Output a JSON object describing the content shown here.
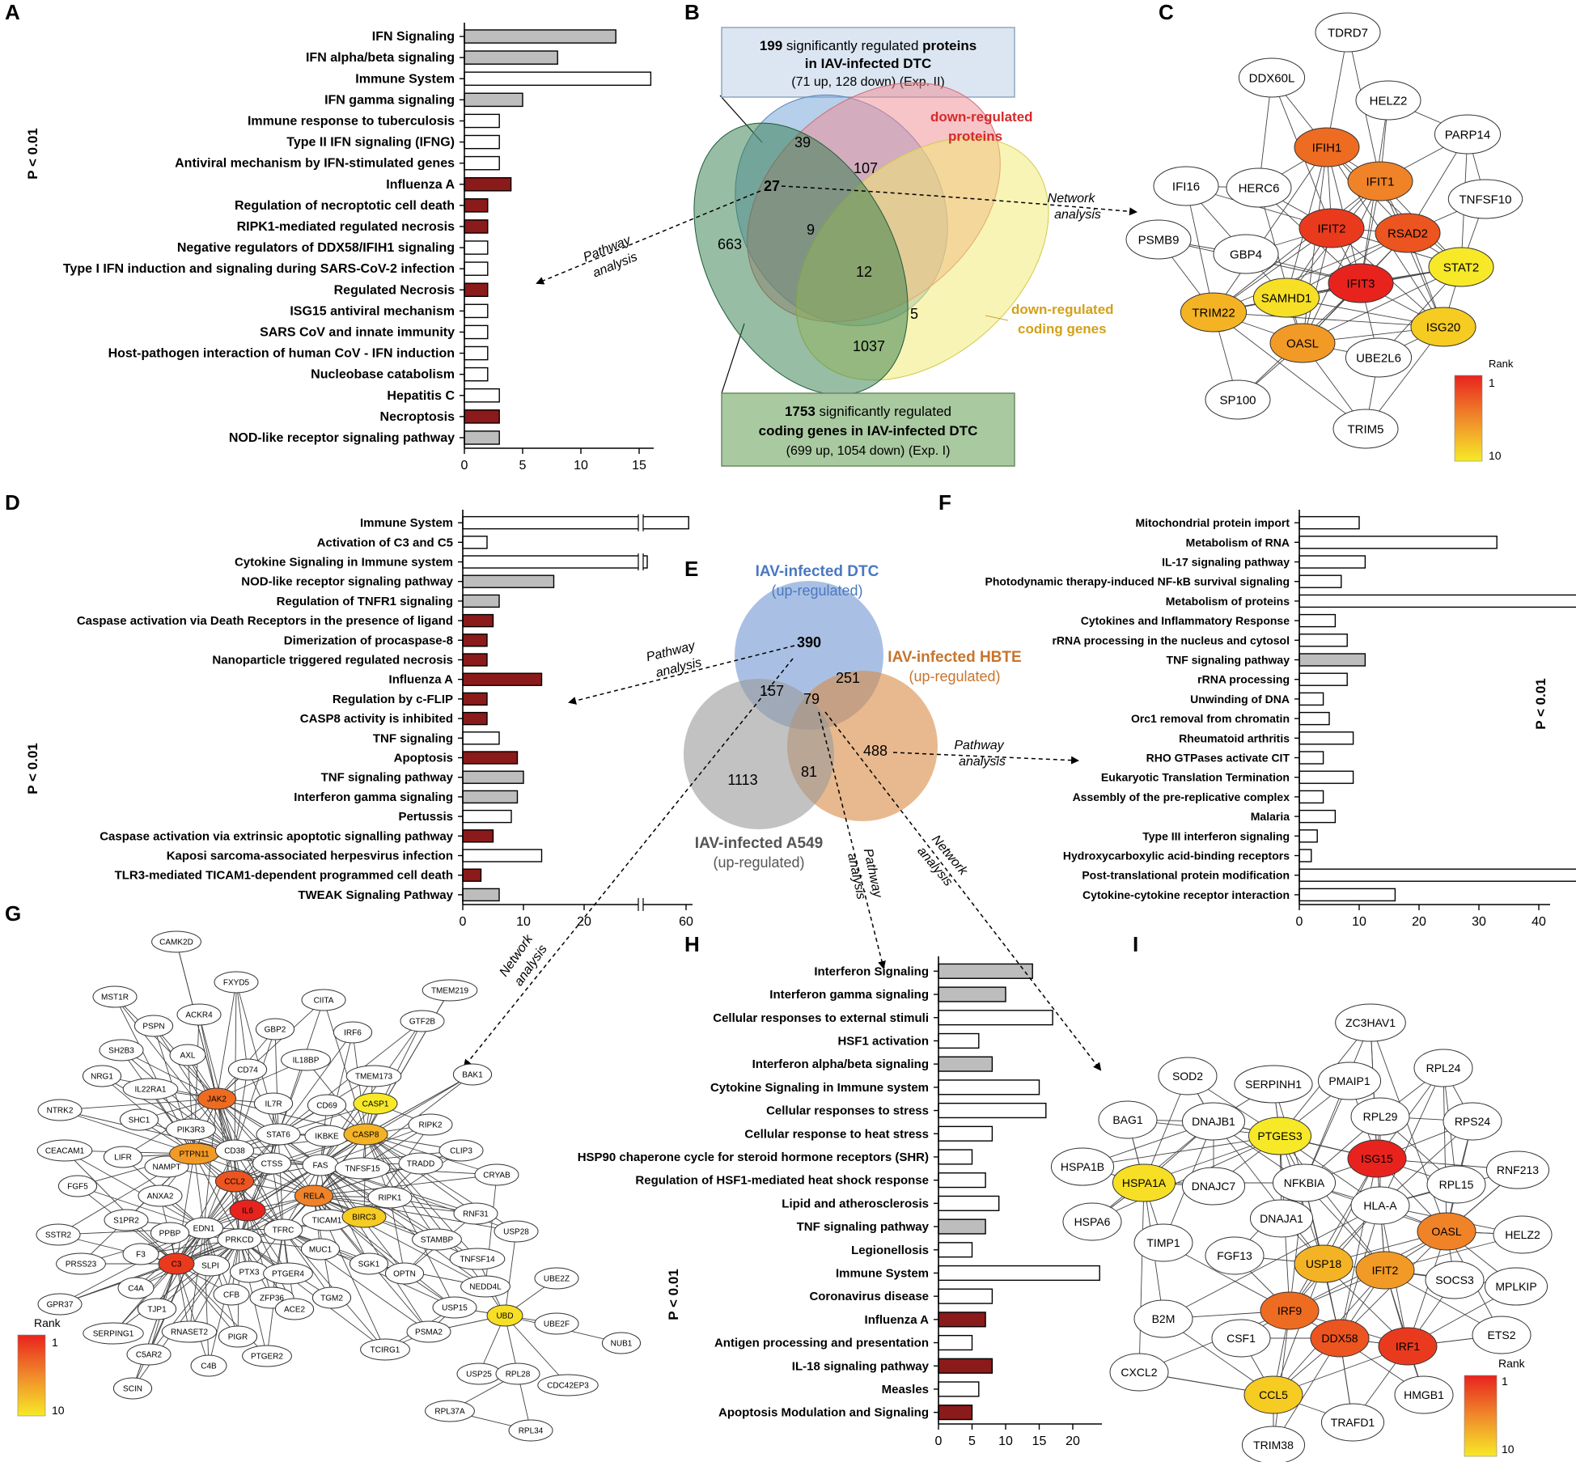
{
  "colors": {
    "bar_white": "#ffffff",
    "bar_gray": "#bdbdbd",
    "bar_red": "#8b1a1a",
    "blue_circle": "#6f96d2",
    "orange_circle": "#d98a44",
    "gray_circle": "#9a9a9a",
    "venn_blue": "#7aa7d8",
    "venn_pink": "#f08a92",
    "venn_yellow": "#f2ea6b",
    "venn_green": "#2f7c4a",
    "box_blue": "#dce6f2",
    "box_green": "#a9c9a0",
    "rank_top": "#e8231e",
    "rank_bottom": "#f7e928"
  },
  "panels": {
    "A": {
      "letter": "A",
      "sig_label": "P < 0.01",
      "chart_data": {
        "type": "bar",
        "orientation": "horizontal",
        "categories": [
          "IFN Signaling",
          "IFN alpha/beta signaling",
          "Immune System",
          "IFN gamma signaling",
          "Immune response to tuberculosis",
          "Type II IFN signaling (IFNG)",
          "Antiviral mechanism by IFN-stimulated genes",
          "Influenza A",
          "Regulation of necroptotic cell death",
          "RIPK1-mediated regulated necrosis",
          "Negative regulators of DDX58/IFIH1 signaling",
          "Type I IFN induction and signaling during SARS-CoV-2 infection",
          "Regulated Necrosis",
          "ISG15 antiviral mechanism",
          "SARS CoV and innate immunity",
          "Host-pathogen interaction of human CoV - IFN induction",
          "Nucleobase catabolism",
          "Hepatitis C",
          "Necroptosis",
          "NOD-like receptor signaling pathway"
        ],
        "values": [
          13,
          8,
          16,
          5,
          3,
          3,
          3,
          4,
          2,
          2,
          2,
          2,
          2,
          2,
          2,
          2,
          2,
          3,
          3,
          3
        ],
        "colors": [
          "gray",
          "gray",
          "white",
          "gray",
          "white",
          "white",
          "white",
          "red",
          "red",
          "red",
          "white",
          "white",
          "red",
          "white",
          "white",
          "white",
          "white",
          "white",
          "red",
          "gray"
        ],
        "xticks": [
          "0",
          "5",
          "10",
          "15"
        ],
        "xlim": [
          0,
          16
        ]
      }
    },
    "B": {
      "letter": "B",
      "top_box": {
        "num": "199",
        "t1": " significantly regulated ",
        "t2": "proteins",
        "t3": "in IAV-infected DTC",
        "t4": "(71 up, 128 down) (Exp. II)"
      },
      "bottom_box": {
        "num": "1753",
        "t1": " significantly regulated",
        "t2": "coding genes in IAV-infected DTC",
        "t3": "(699 up, 1054 down) (Exp. I)"
      },
      "labels": {
        "down_proteins_1": "down-regulated",
        "down_proteins_2": "proteins",
        "down_genes_1": "down-regulated",
        "down_genes_2": "coding genes"
      },
      "counts": [
        "39",
        "107",
        "27",
        "663",
        "9",
        "12",
        "5",
        "1037"
      ],
      "pathway": [
        "Pathway",
        "analysis"
      ],
      "network": [
        "Network",
        "analysis"
      ]
    },
    "C": {
      "letter": "C",
      "nodes": [
        "TDRD7",
        "DDX60L",
        "HELZ2",
        "PARP14",
        "IFIH1",
        "IFIT1",
        "TNFSF10",
        "IFI16",
        "HERC6",
        "PSMB9",
        "GBP4",
        "IFIT2",
        "RSAD2",
        "SAMHD1",
        "IFIT3",
        "STAT2",
        "TRIM22",
        "OASL",
        "UBE2L6",
        "ISG20",
        "SP100",
        "TRIM5"
      ],
      "rank_label": "Rank",
      "rank_top": "1",
      "rank_bottom": "10"
    },
    "D": {
      "letter": "D",
      "sig_label": "P < 0.01",
      "chart_data": {
        "type": "bar",
        "orientation": "horizontal",
        "categories": [
          "Immune System",
          "Activation of C3 and C5",
          "Cytokine Signaling in Immune system",
          "NOD-like receptor signaling pathway",
          "Regulation of TNFR1 signaling",
          "Caspase activation via Death Receptors in the presence of ligand",
          "Dimerization of procaspase-8",
          "Nanoparticle triggered regulated necrosis",
          "Influenza A",
          "Regulation by c-FLIP",
          "CASP8 activity is inhibited",
          "TNF signaling",
          "Apoptosis",
          "TNF signaling pathway",
          "Interferon gamma signaling",
          "Pertussis",
          "Caspase activation via extrinsic apoptotic signalling pathway",
          "Kaposi sarcoma-associated herpesvirus infection",
          "TLR3-mediated TICAM1-dependent programmed cell death",
          "TWEAK Signaling Pathway"
        ],
        "values": [
          62,
          4,
          30,
          15,
          6,
          5,
          4,
          4,
          13,
          4,
          4,
          6,
          9,
          10,
          9,
          8,
          5,
          13,
          3,
          6
        ],
        "colors": [
          "white",
          "white",
          "white",
          "gray",
          "gray",
          "red",
          "red",
          "red",
          "red",
          "red",
          "red",
          "white",
          "red",
          "gray",
          "gray",
          "white",
          "red",
          "white",
          "red",
          "gray"
        ],
        "xticks": [
          "0",
          "10",
          "20",
          "60"
        ],
        "xlim": [
          0,
          62
        ],
        "axis_break": true
      }
    },
    "E": {
      "letter": "E",
      "dtc": [
        "IAV-infected DTC",
        "(up-regulated)"
      ],
      "hbte": [
        "IAV-infected HBTE",
        "(up-regulated)"
      ],
      "a549": [
        "IAV-infected A549",
        "(up-regulated)"
      ],
      "counts": [
        "390",
        "251",
        "157",
        "79",
        "488",
        "1113",
        "81"
      ],
      "pathway_left": [
        "Pathway",
        "analysis"
      ],
      "pathway_right": [
        "Pathway",
        "analysis"
      ],
      "pathway_down": [
        "Pathway",
        "analysis"
      ],
      "network_left": [
        "Network",
        "analysis"
      ],
      "network_right": [
        "Network",
        "analysis"
      ]
    },
    "F": {
      "letter": "F",
      "sig_label": "P < 0.01",
      "chart_data": {
        "type": "bar",
        "orientation": "horizontal",
        "categories": [
          "Mitochondrial protein import",
          "Metabolism of RNA",
          "IL-17 signaling pathway",
          "Photodynamic therapy-induced NF-kB survival signaling",
          "Metabolism of proteins",
          "Cytokines and Inflammatory Response",
          "rRNA processing in the nucleus and cytosol",
          "TNF signaling pathway",
          "rRNA processing",
          "Unwinding of DNA",
          "Orc1 removal from chromatin",
          "Rheumatoid arthritis",
          "RHO GTPases activate CIT",
          "Eukaryotic Translation Termination",
          "Assembly of the pre-replicative complex",
          "Malaria",
          "Type III interferon signaling",
          "Hydroxycarboxylic acid-binding receptors",
          "Post-translational protein modification",
          "Cytokine-cytokine receptor interaction"
        ],
        "values": [
          10,
          33,
          11,
          7,
          75,
          6,
          8,
          11,
          8,
          4,
          5,
          9,
          4,
          9,
          4,
          6,
          3,
          2,
          52,
          16
        ],
        "colors": [
          "white",
          "white",
          "white",
          "white",
          "white",
          "white",
          "white",
          "gray",
          "white",
          "white",
          "white",
          "white",
          "white",
          "white",
          "white",
          "white",
          "white",
          "white",
          "white",
          "white"
        ],
        "xticks": [
          "0",
          "10",
          "20",
          "30",
          "40",
          "50",
          "70"
        ],
        "xlim": [
          0,
          75
        ],
        "axis_break": true
      }
    },
    "G": {
      "letter": "G",
      "rank_label": "Rank",
      "rank_top": "1",
      "rank_bottom": "10"
    },
    "H": {
      "letter": "H",
      "sig_label": "P < 0.01",
      "chart_data": {
        "type": "bar",
        "orientation": "horizontal",
        "categories": [
          "Interferon Signaling",
          "Interferon gamma signaling",
          "Cellular responses to external stimuli",
          "HSF1 activation",
          "Interferon alpha/beta signaling",
          "Cytokine Signaling in Immune system",
          "Cellular responses to stress",
          "Cellular response to heat stress",
          "HSP90 chaperone cycle for steroid hormone receptors (SHR)",
          "Regulation of HSF1-mediated heat shock response",
          "Lipid and atherosclerosis",
          "TNF signaling pathway",
          "Legionellosis",
          "Immune System",
          "Coronavirus disease",
          "Influenza A",
          "Antigen processing and presentation",
          "IL-18 signaling pathway",
          "Measles",
          "Apoptosis Modulation and Signaling"
        ],
        "values": [
          14,
          10,
          17,
          6,
          8,
          15,
          16,
          8,
          5,
          7,
          9,
          7,
          5,
          24,
          8,
          7,
          5,
          8,
          6,
          5
        ],
        "colors": [
          "gray",
          "gray",
          "white",
          "white",
          "gray",
          "white",
          "white",
          "white",
          "white",
          "white",
          "white",
          "gray",
          "white",
          "white",
          "white",
          "red",
          "white",
          "red",
          "white",
          "red"
        ],
        "xticks": [
          "0",
          "5",
          "10",
          "15",
          "20"
        ],
        "xlim": [
          0,
          24
        ]
      }
    },
    "I": {
      "letter": "I",
      "nodes": [
        "ZC3HAV1",
        "SOD2",
        "SERPINH1",
        "PMAIP1",
        "RPL24",
        "BAG1",
        "DNAJB1",
        "PTGES3",
        "RPL29",
        "RPS24",
        "HSPA1B",
        "ISG15",
        "RPL15",
        "RNF213",
        "HSPA1A",
        "DNAJC7",
        "NFKBIA",
        "HLA-A",
        "HSPA6",
        "DNAJA1",
        "OASL",
        "HELZ2",
        "TIMP1",
        "FGF13",
        "USP18",
        "IFIT2",
        "SOCS3",
        "MPLKIP",
        "IRF9",
        "B2M",
        "CSF1",
        "DDX58",
        "IRF1",
        "ETS2",
        "CXCL2",
        "HMGB1",
        "CCL5",
        "TRAFD1",
        "TRIM38"
      ],
      "rank_label": "Rank",
      "rank_top": "1",
      "rank_bottom": "10"
    }
  },
  "g_nodes": [
    "CAMK2D",
    "FXYD5",
    "MST1R",
    "ACKR4",
    "CIITA",
    "TMEM219",
    "PSPN",
    "GBP2",
    "IRF6",
    "GTF2B",
    "SH2B3",
    "AXL",
    "IL18BP",
    "NRG1",
    "CD74",
    "TMEM173",
    "BAK1",
    "IL22RA1",
    "JAK2",
    "IL7R",
    "CD69",
    "CASP1",
    "NTRK2",
    "SHC1",
    "PIK3R3",
    "STAT6",
    "IKBKE",
    "CASP8",
    "RIPK2",
    "CEACAM1",
    "LIFR",
    "NAMPT",
    "PTPN11",
    "CD38",
    "CTSS",
    "FAS",
    "TRADD",
    "CLIP3",
    "CCL2",
    "TNFSF15",
    "FGF5",
    "ANXA2",
    "IL6",
    "RELA",
    "RIPK1",
    "CRYAB",
    "S1PR2",
    "EDN1",
    "TFRC",
    "TICAM1",
    "BIRC3",
    "SSTR2",
    "PPBP",
    "PRKCD",
    "MUC1",
    "RNF31",
    "F3",
    "STAMBP",
    "USP28",
    "PRSS23",
    "SLPI",
    "PTX3",
    "PTGER4",
    "SGK1",
    "TNFSF14",
    "C3",
    "CFB",
    "OPTN",
    "NEDD4L",
    "UBE2Z",
    "GPR37",
    "C4A",
    "ZFP36",
    "ACE2",
    "TGM2",
    "TJP1",
    "USP15",
    "SERPING1",
    "RNASET2",
    "PIGR",
    "PSMA2",
    "UBD",
    "UBE2F",
    "C5AR2",
    "C4B",
    "PTGER2",
    "TCIRG1",
    "NUB1",
    "SCIN",
    "USP25",
    "RPL28",
    "CDC42EP3",
    "RPL37A",
    "RPL34"
  ]
}
